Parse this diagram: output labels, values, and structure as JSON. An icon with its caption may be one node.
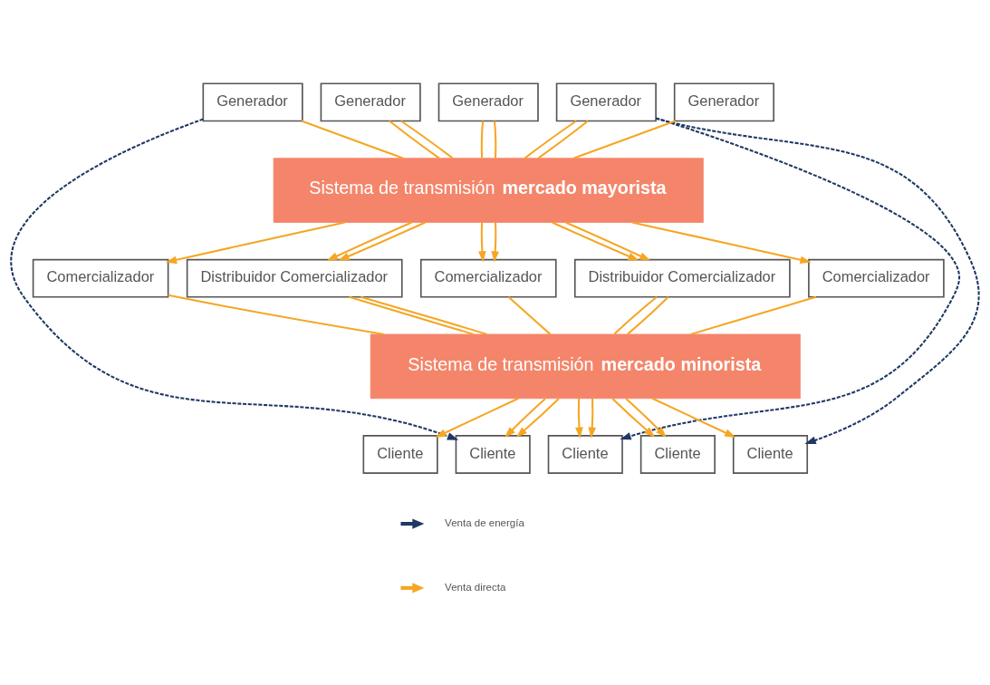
{
  "diagram": {
    "nodes": [
      {
        "text": [
          "Generador"
        ]
      },
      {
        "text": [
          "Generador"
        ]
      },
      {
        "text": [
          "Generador"
        ]
      },
      {
        "text": [
          "Generador"
        ]
      },
      {
        "text": [
          "Generador"
        ]
      },
      {
        "text": [
          "Sistema de transmisión **mercado mayorista**"
        ]
      },
      {
        "text": [
          "Comercializador"
        ]
      },
      {
        "text": [
          "Distribuidor Comercializador"
        ]
      },
      {
        "text": [
          "Comercializador"
        ]
      },
      {
        "text": [
          "Distribuidor Comercializador"
        ]
      },
      {
        "text": [
          "Comercializador"
        ]
      },
      {
        "text": [
          "Sistema de transmisión **mercado minorista**"
        ]
      },
      {
        "text": [
          "Cliente"
        ]
      },
      {
        "text": [
          "Cliente"
        ]
      },
      {
        "text": [
          "Cliente"
        ]
      },
      {
        "text": [
          "Cliente"
        ]
      },
      {
        "text": [
          "Cliente"
        ]
      }
    ],
    "edges": [
      {
        "from": 0,
        "to": 5,
        "arrow": "none"
      },
      {
        "from": 1,
        "to": 5,
        "arrow": "none"
      },
      {
        "from": 1,
        "to": 5,
        "arrow": "none"
      },
      {
        "from": 2,
        "to": 5,
        "arrow": "none"
      },
      {
        "from": 2,
        "to": 5,
        "arrow": "none"
      },
      {
        "from": 3,
        "to": 5,
        "arrow": "none"
      },
      {
        "from": 3,
        "to": 5,
        "arrow": "none"
      },
      {
        "from": 4,
        "to": 5,
        "arrow": "none"
      },
      {
        "from": 5,
        "to": 6,
        "arrow": "to"
      },
      {
        "from": 5,
        "to": 7,
        "arrow": "to"
      },
      {
        "from": 5,
        "to": 7,
        "arrow": "to"
      },
      {
        "from": 5,
        "to": 8,
        "arrow": "to"
      },
      {
        "from": 5,
        "to": 8,
        "arrow": "to"
      },
      {
        "from": 5,
        "to": 9,
        "arrow": "to"
      },
      {
        "from": 5,
        "to": 9,
        "arrow": "to"
      },
      {
        "from": 5,
        "to": 10,
        "arrow": "to"
      },
      {
        "from": 6,
        "to": 11,
        "arrow": "none"
      },
      {
        "from": 7,
        "to": 11,
        "arrow": "none"
      },
      {
        "from": 7,
        "to": 11,
        "arrow": "none"
      },
      {
        "from": 8,
        "to": 11,
        "arrow": "none"
      },
      {
        "from": 9,
        "to": 11,
        "arrow": "none"
      },
      {
        "from": 9,
        "to": 11,
        "arrow": "none"
      },
      {
        "from": 10,
        "to": 11,
        "arrow": "none"
      },
      {
        "from": 11,
        "to": 12,
        "arrow": "to"
      },
      {
        "from": 11,
        "to": 13,
        "arrow": "to"
      },
      {
        "from": 11,
        "to": 13,
        "arrow": "to"
      },
      {
        "from": 11,
        "to": 14,
        "arrow": "to"
      },
      {
        "from": 11,
        "to": 14,
        "arrow": "to"
      },
      {
        "from": 11,
        "to": 15,
        "arrow": "to"
      },
      {
        "from": 11,
        "to": 15,
        "arrow": "to"
      },
      {
        "from": 11,
        "to": 16,
        "arrow": "to"
      },
      {
        "from": 0,
        "to": 13,
        "arrow": "to",
        "style": "dashed",
        "color": "#1f3864"
      },
      {
        "from": 3,
        "to": 14,
        "arrow": "to",
        "style": "dashed",
        "color": "#1f3864"
      },
      {
        "from": 3,
        "to": 16,
        "arrow": "to",
        "style": "dashed",
        "color": "#1f3864"
      }
    ],
    "legend": [
      {
        "text": "Venta de energía"
      },
      {
        "text": "Venta directa"
      }
    ]
  }
}
